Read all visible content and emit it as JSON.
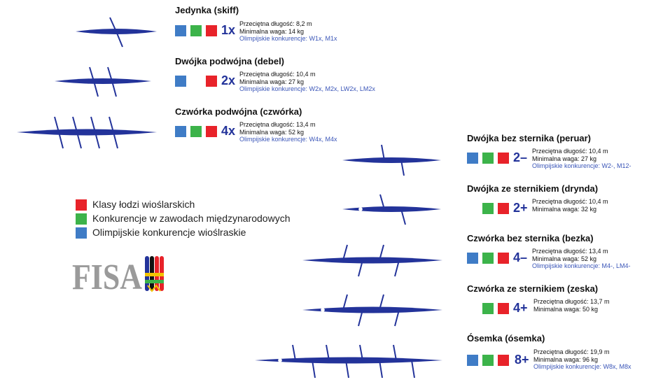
{
  "colors": {
    "red": "#e8232a",
    "green": "#3cb34a",
    "blue": "#3f7cc6",
    "boat": "#23339a",
    "logo_gray": "#9a9a9a"
  },
  "legend": [
    {
      "color": "red",
      "label": "Klasy łodzi wioślarskich"
    },
    {
      "color": "green",
      "label": "Konkurencje w zawodach międzynarodowych"
    },
    {
      "color": "blue",
      "label": "Olimpijskie konkurencje wioślraskie"
    }
  ],
  "logo": {
    "text": "FISA"
  },
  "boats": [
    {
      "title": "Jedynka (skiff)",
      "code": "1x",
      "squares": [
        "blue",
        "green",
        "red"
      ],
      "length": "Przeciętna długość: 8,2 m",
      "weight": "Minimalna waga: 14 kg",
      "olympic": "Olimpijskie konkurencje: W1x, M1x"
    },
    {
      "title": "Dwójka podwójna (debel)",
      "code": "2x",
      "squares": [
        "blue",
        "",
        "red"
      ],
      "length": "Przeciętna długość: 10,4 m",
      "weight": "Minimalna waga: 27 kg",
      "olympic": "Olimpijskie konkurencje: W2x, M2x, LW2x, LM2x"
    },
    {
      "title": "Czwórka podwójna (czwórka)",
      "code": "4x",
      "squares": [
        "blue",
        "green",
        "red"
      ],
      "length": "Przeciętna długość: 13,4 m",
      "weight": "Minimalna waga: 52 kg",
      "olympic": "Olimpijskie konkurencje: W4x, M4x"
    },
    {
      "title": "Dwójka bez sternika (peruar)",
      "code": "2–",
      "squares": [
        "blue",
        "green",
        "red"
      ],
      "length": "Przeciętna długość: 10,4 m",
      "weight": "Minimalna waga: 27 kg",
      "olympic": "Olimpijskie konkurencje: W2-, M12-"
    },
    {
      "title": "Dwójka ze sternikiem (drynda)",
      "code": "2+",
      "squares": [
        "",
        "green",
        "red"
      ],
      "length": "Przeciętna długość: 10,4 m",
      "weight": "Minimalna waga: 32 kg",
      "olympic": ""
    },
    {
      "title": "Czwórka bez sternika (bezka)",
      "code": "4–",
      "squares": [
        "blue",
        "green",
        "red"
      ],
      "length": "Przeciętna długość: 13,4 m",
      "weight": "Minimalna waga: 52 kg",
      "olympic": "Olimpijskie konkurencje: M4-, LM4-"
    },
    {
      "title": "Czwórka ze sternikiem (zeska)",
      "code": "4+",
      "squares": [
        "",
        "green",
        "red"
      ],
      "length": "Przeciętna długość: 13,7 m",
      "weight": "Minimalna waga: 50 kg",
      "olympic": ""
    },
    {
      "title": "Ósemka (ósemka)",
      "code": "8+",
      "squares": [
        "blue",
        "green",
        "red"
      ],
      "length": "Przeciętna długość: 19,9 m",
      "weight": "Minimalna waga: 96 kg",
      "olympic": "Olimpijskie konkurencje: W8x, M8x"
    }
  ]
}
